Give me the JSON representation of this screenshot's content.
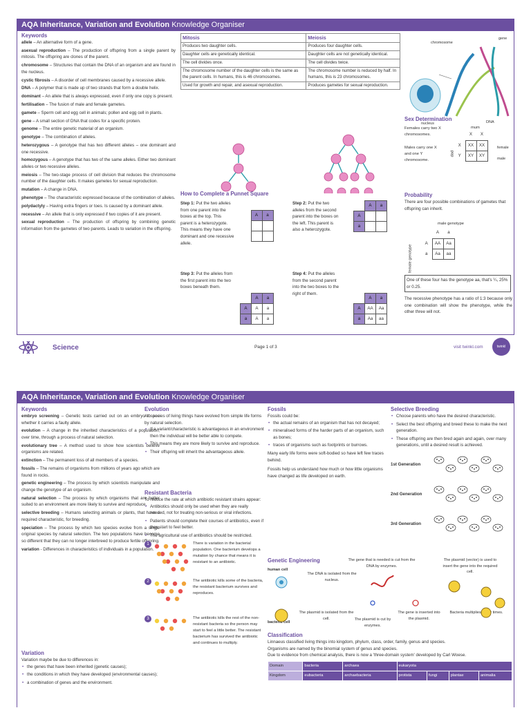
{
  "page1": {
    "title_bold": "AQA Inheritance, Variation and Evolution",
    "title_light": "Knowledge Organiser",
    "keywords_title": "Keywords",
    "keywords": [
      {
        "term": "allele",
        "def": " – An alternative form of a gene."
      },
      {
        "term": "asexual reproduction",
        "def": " – The production of offspring from a single parent by mitosis. The offspring are clones of the parent."
      },
      {
        "term": "chromosome",
        "def": " – Structures that contain the DNA of an organism and are found in the nucleus."
      },
      {
        "term": "cystic fibrosis",
        "def": " – A disorder of cell membranes caused by a recessive allele."
      },
      {
        "term": "DNA",
        "def": " – A polymer that is made up of two strands that form a double helix."
      },
      {
        "term": "dominant",
        "def": " – An allele that is always expressed, even if only one copy is present."
      },
      {
        "term": "fertilisation",
        "def": " – The fusion of male and female gametes."
      },
      {
        "term": "gamete",
        "def": " – Sperm cell and egg cell in animals; pollen and egg cell in plants."
      },
      {
        "term": "gene",
        "def": " – A small section of DNA that codes for a specific protein."
      },
      {
        "term": "genome",
        "def": " – The entire genetic material of an organism."
      },
      {
        "term": "genotype",
        "def": " – The combination of alleles."
      },
      {
        "term": "heterozygous",
        "def": " – A genotype that has two different alleles – one dominant and one recessive."
      },
      {
        "term": "homozygous",
        "def": " – A genotype that has two of the same alleles. Either two dominant alleles or two recessive alleles."
      },
      {
        "term": "meiosis",
        "def": " – The two-stage process of cell division that reduces the chromosome number of the daughter cells. It makes gametes for sexual reproduction."
      },
      {
        "term": "mutation",
        "def": " – A change in DNA."
      },
      {
        "term": "phenotype",
        "def": " – The characteristic expressed because of the combination of alleles."
      },
      {
        "term": "polydactyly",
        "def": " – Having extra fingers or toes. Is caused by a dominant allele."
      },
      {
        "term": "recessive",
        "def": " – An allele that is only expressed if two copies of it are present."
      },
      {
        "term": "sexual reproduction",
        "def": " – The production of offspring by combining genetic information from the gametes of two parents. Leads to variation in the offspring."
      }
    ],
    "mitosis_title": "Mitosis",
    "meiosis_title": "Meiosis",
    "mitosis_rows": [
      "Produces two daughter cells.",
      "Daughter cells are genetically identical.",
      "The cell divides once.",
      "The chromosome number of the daughter cells is the same as the parent cells. In humans, this is 46 chromosomes.",
      "Used for growth and repair, and asexual reproduction."
    ],
    "meiosis_rows": [
      "Produces four daughter cells.",
      "Daughter cells are not genetically identical.",
      "The cell divides twice.",
      "The chromosome number is reduced by half. In humans, this is 23 chromosomes.",
      "Produces gametes for sexual reproduction."
    ],
    "dna_labels": {
      "gene": "gene",
      "chromosome": "chromosome",
      "nucleus": "nucleus",
      "dna": "DNA"
    },
    "sex_title": "Sex Determination",
    "sex_text1": "Females carry two X chromosomes.",
    "sex_text2": "Males carry one X and one Y chromosome.",
    "sex_labels": {
      "mum": "mum",
      "dad": "dad",
      "female": "female",
      "male": "male",
      "x": "X",
      "y": "Y",
      "xx": "XX",
      "xy": "XY"
    },
    "punnet_title": "How to Complete a Punnet Square",
    "steps": [
      {
        "label": "Step 1:",
        "text": " Put the two alleles from one parent into the boxes at the top. This parent is a heterozygote. This means they have one dominant and one recessive allele."
      },
      {
        "label": "Step 2:",
        "text": " Put the two alleles from the second parent into the boxes on the left. This parent is also a heterozygote."
      },
      {
        "label": "Step 3:",
        "text": " Put the alleles from the first parent into the two boxes beneath them."
      },
      {
        "label": "Step 4:",
        "text": " Put the alleles from the second parent into the two boxes to the right of them."
      }
    ],
    "allele_A": "A",
    "allele_a": "a",
    "cells": {
      "AA": "AA",
      "Aa": "Aa",
      "aa": "aa"
    },
    "prob_title": "Probability",
    "prob_text1": "There are four possible combinations of gametes that offspring can inherit.",
    "prob_male": "male genotype",
    "prob_female": "female genotype",
    "prob_box": "One of these four has the genotype aa, that's ¼, 25% or 0.25.",
    "prob_text2": "The recessive phenotype has a ratio of 1:3 because only one combination will show the phenotype, while the other three will not."
  },
  "footer": {
    "subject": "Science",
    "page": "Page 1 of 3",
    "site": "visit twinkl.com",
    "logo_text": "twinkl"
  },
  "page2": {
    "title_bold": "AQA Inheritance, Variation and Evolution",
    "title_light": "Knowledge Organiser",
    "keywords_title": "Keywords",
    "keywords": [
      {
        "term": "embryo screening",
        "def": " – Genetic tests carried out on an embryo to see whether it carries a faulty allele."
      },
      {
        "term": "evolution",
        "def": " – A change in the inherited characteristics of a population, over time, through a process of natural selection."
      },
      {
        "term": "evolutionary tree",
        "def": " – A method used to show how scientists believe organisms are related."
      },
      {
        "term": "extinction",
        "def": " – The permanent loss of all members of a species."
      },
      {
        "term": "fossils",
        "def": " – The remains of organisms from millions of years ago which are found in rocks."
      },
      {
        "term": "genetic engineering",
        "def": " – The process by which scientists manipulate and change the genotype of an organism."
      },
      {
        "term": "natural selection",
        "def": " – The process by which organisms that are better suited to an environment are more likely to survive and reproduce."
      },
      {
        "term": "selective breeding",
        "def": " – Humans selecting animals or plants, that have a required characteristic, for breeding."
      },
      {
        "term": "speciation",
        "def": " – The process by which two species evolve from a single original species by natural selection. The two populations have become so different that they can no longer interbreed to produce fertile offspring."
      },
      {
        "term": "variation",
        "def": " - Differences in characteristics of individuals in a population."
      }
    ],
    "variation_title": "Variation",
    "variation_intro": "Variation maybe be due to differences in:",
    "variation_items": [
      "the genes that have been inherited (genetic causes);",
      "the conditions in which they have developed (environmental causes);",
      "a combination of genes and the environment."
    ],
    "evolution_title": "Evolution",
    "evolution_intro": "All species of living things have evolved from simple life forms by natural selection.",
    "evolution_items": [
      "If a variant/characteristic is advantageous in an environment then the individual will be better able to compete.",
      "This means they are more likely to survive and reproduce.",
      "Their offspring will inherit the advantageous allele."
    ],
    "resistant_title": "Resistant Bacteria",
    "resistant_intro": "To reduce the rate at which antibiotic resistant strains appear:",
    "resistant_items": [
      "Antibiotics should only be used when they are really needed, not for treating non-serious or viral infections.",
      "Patients should complete their courses of antibiotics, even if they start to feel better.",
      "The agricultural use of antibiotics should be restricted."
    ],
    "resistant_steps": [
      {
        "num": "1",
        "text": "There is variation in the bacterial population. One bacterium develops a mutation by chance that means it is resistant to an antibiotic."
      },
      {
        "num": "2",
        "text": "The antibiotic kills some of the bacteria, the resistant bacterium survives and reproduces."
      },
      {
        "num": "3",
        "text": "The antibiotic kills the rest of the non-resistant bacteria so the person may start to feel a little better. The resistant bacterium has survived the antibiotic and continues to multiply."
      }
    ],
    "fossils_title": "Fossils",
    "fossils_intro": "Fossils could be:",
    "fossils_items": [
      "the actual remains of an organism that has not decayed;",
      "mineralised forms of the harder parts of an organism, such as bones;",
      "traces of organisms such as footprints or burrows."
    ],
    "fossils_text2": "Many early life forms were soft-bodied so have left few traces behind.",
    "fossils_text3": "Fossils help us understand how much or how little organisms have changed as life developed on earth.",
    "selective_title": "Selective Breeding",
    "selective_items": [
      "Choose parents who have the desired characteristic.",
      "Select the best offspring and breed these to make the next generation.",
      "These offspring are then bred again and again, over many generations, until a desired result is achieved."
    ],
    "generations": [
      "1st Generation",
      "2nd Generation",
      "3rd Generation"
    ],
    "ge_title": "Genetic Engineering",
    "ge_labels": {
      "human_cell": "human cell",
      "dna_isolated": "The DNA is isolated from the nucleus.",
      "gene_cut": "The gene that is needed is cut from the DNA by enzymes.",
      "plasmid_vector": "The plasmid (vector) is used to insert the gene into the required cell.",
      "bacteria_cell": "bacteria cell",
      "plasmid_isolated": "The plasmid is isolated from the cell.",
      "plasmid_cut": "The plasmid is cut by enzymes.",
      "gene_inserted": "The gene is inserted into the plasmid.",
      "bacteria_multiplies": "Bacteria multiplies many times."
    },
    "class_title": "Classification",
    "class_text1": "Linnaeus classified living things into kingdom, phylum, class, order, family, genus and species.",
    "class_text2": "Organisms are named by the binomial system of genus and species.",
    "class_text3": "Due to evidence from chemical analysis, there is now a 'three-domain system' developed by Carl Woese.",
    "domain_row": [
      "Domain",
      "bacteria",
      "archaea",
      "eukaryota"
    ],
    "kingdom_row": [
      "Kingdom",
      "eubacteria",
      "archaebacteria",
      "protista",
      "fungi",
      "plantae",
      "animalia"
    ]
  },
  "colors": {
    "accent": "#6b4fa0",
    "header_cell": "#9a86c6"
  }
}
